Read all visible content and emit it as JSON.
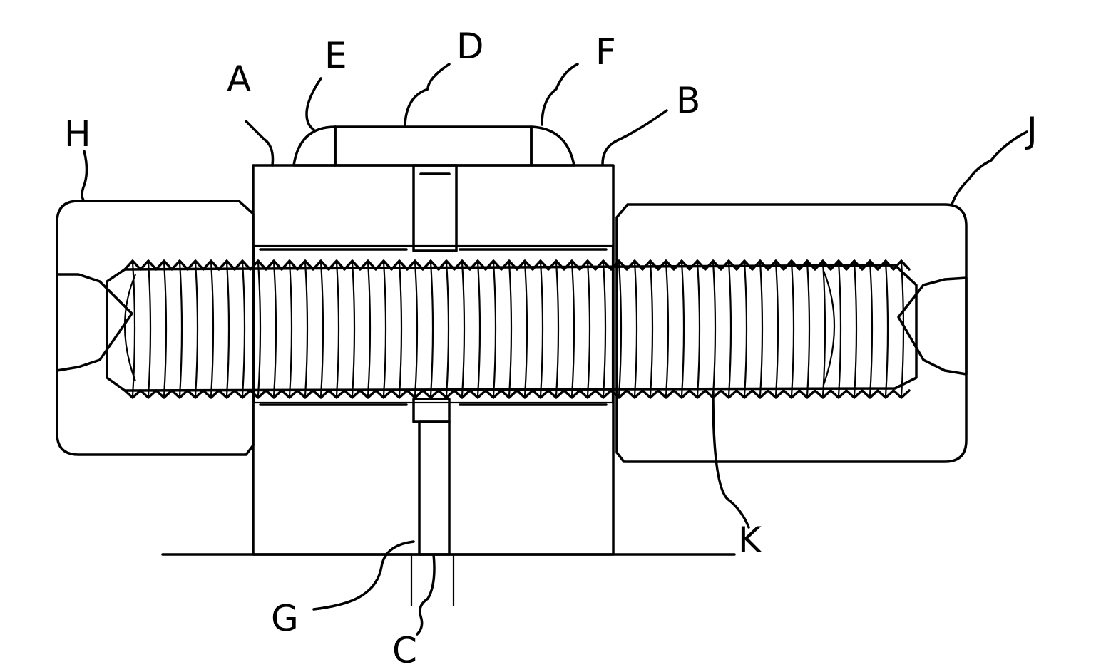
{
  "figure": {
    "labels": {
      "A": "A",
      "B": "B",
      "C": "C",
      "D": "D",
      "E": "E",
      "F": "F",
      "G": "G",
      "H": "H",
      "J": "J",
      "K": "K"
    },
    "colors": {
      "ink": "#000000",
      "paper": "#ffffff"
    }
  }
}
